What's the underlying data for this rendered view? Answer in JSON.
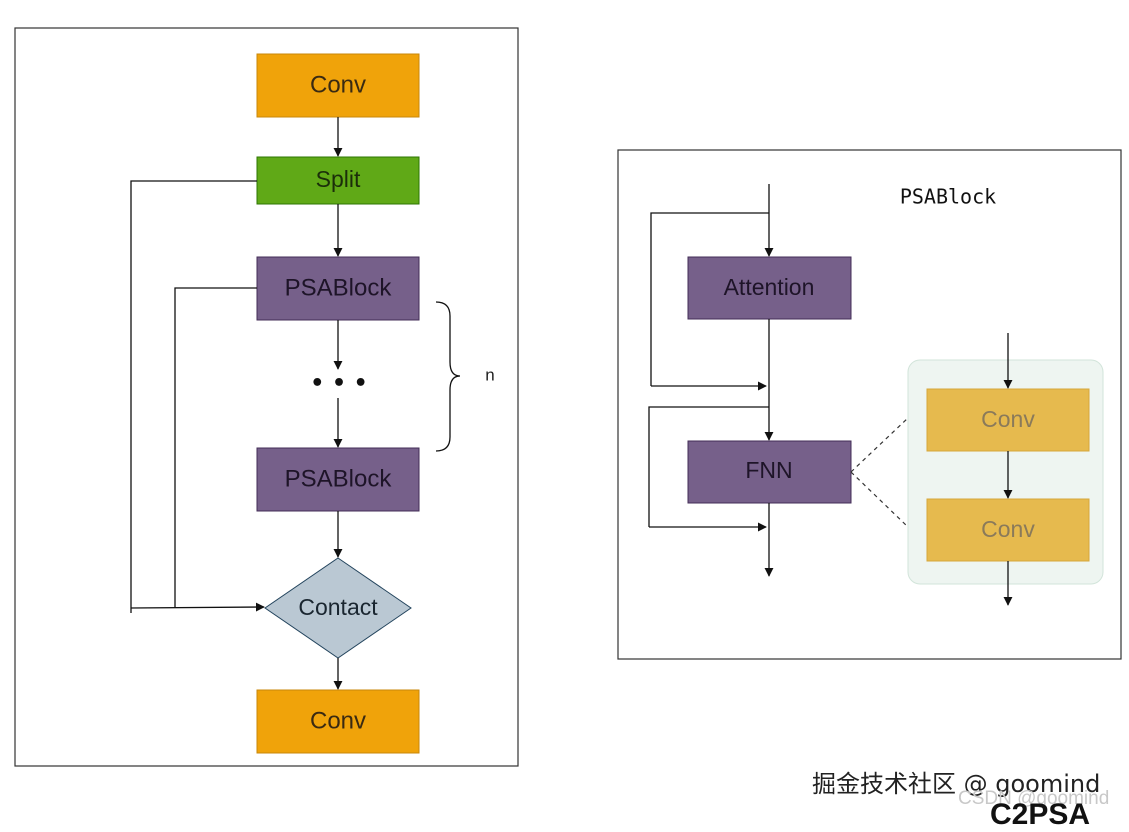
{
  "colors": {
    "conv": "#f0a30a",
    "split": "#60a917",
    "psablock": "#76608a",
    "contact": "#bac8d3",
    "inner_conv": "#e6ba4e",
    "inner_panel": "#eef5f1"
  },
  "c2psa": {
    "conv_top": "Conv",
    "split": "Split",
    "psablock_1": "PSABlock",
    "ellipsis": "• • •",
    "brace_label": "n",
    "psablock_2": "PSABlock",
    "contact": "Contact",
    "conv_bottom": "Conv"
  },
  "psablock": {
    "title": "PSABlock",
    "attention": "Attention",
    "fnn": "FNN",
    "ffn_conv_1": "Conv",
    "ffn_conv_2": "Conv"
  },
  "watermarks": {
    "juejin": "掘金技术社区 @ goomind",
    "csdn": "CSDN @goomind",
    "caption": "C2PSA"
  }
}
